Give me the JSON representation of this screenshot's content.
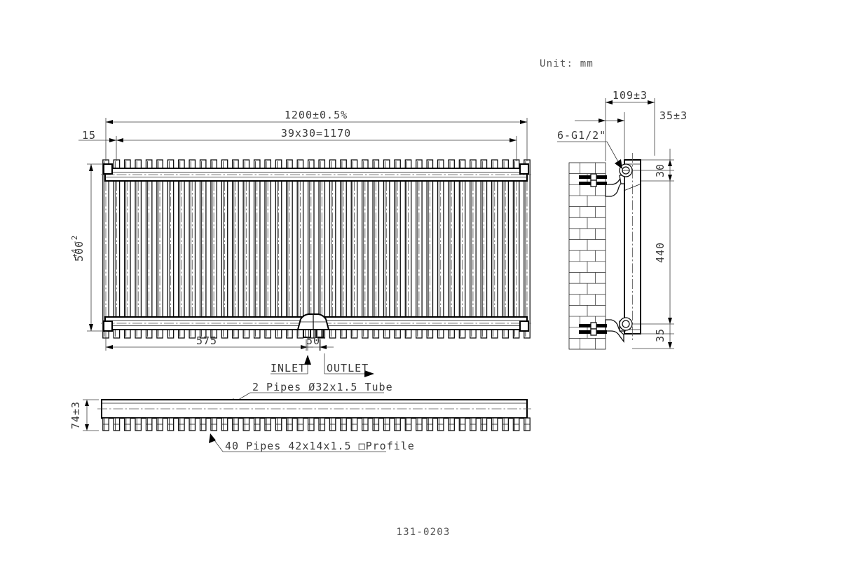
{
  "sheet": {
    "unit_note": "Unit: mm",
    "drawing_number": "131-0203",
    "background": "#ffffff",
    "line_color": "#1a1a1a",
    "dim_color": "#3c3c3c"
  },
  "front_view": {
    "name": "front-elevation",
    "dimensions": {
      "overall_width": "1200±0.5%",
      "pitch_chain": "39x30=1170",
      "left_offset": "15",
      "overall_height": "500",
      "height_tol_upper": "+4",
      "height_tol_lower": "-2",
      "inlet_offset": "575",
      "port_spacing": "50"
    },
    "labels": {
      "inlet": "INLET",
      "outlet": "OUTLET",
      "tube_note": "2 Pipes Ø32x1.5 Tube"
    },
    "fin_count": 40,
    "fin_pitch_count": 39
  },
  "top_view": {
    "name": "top-plan-view",
    "dimensions": {
      "depth": "74±3"
    },
    "labels": {
      "profile_note": "40 Pipes 42x14x1.5 □Profile"
    },
    "stub_count": 40
  },
  "side_view": {
    "name": "side-section-view",
    "dimensions": {
      "bracket_spacing": "109±3",
      "wall_gap": "35±3",
      "top_offset": "30",
      "bracket_centres": "440",
      "bottom_offset": "35"
    },
    "labels": {
      "connection_note": "6-G1/2\""
    },
    "features": {
      "wall": "brick-wall-hatch",
      "anchors": 2,
      "brackets": 2
    }
  }
}
